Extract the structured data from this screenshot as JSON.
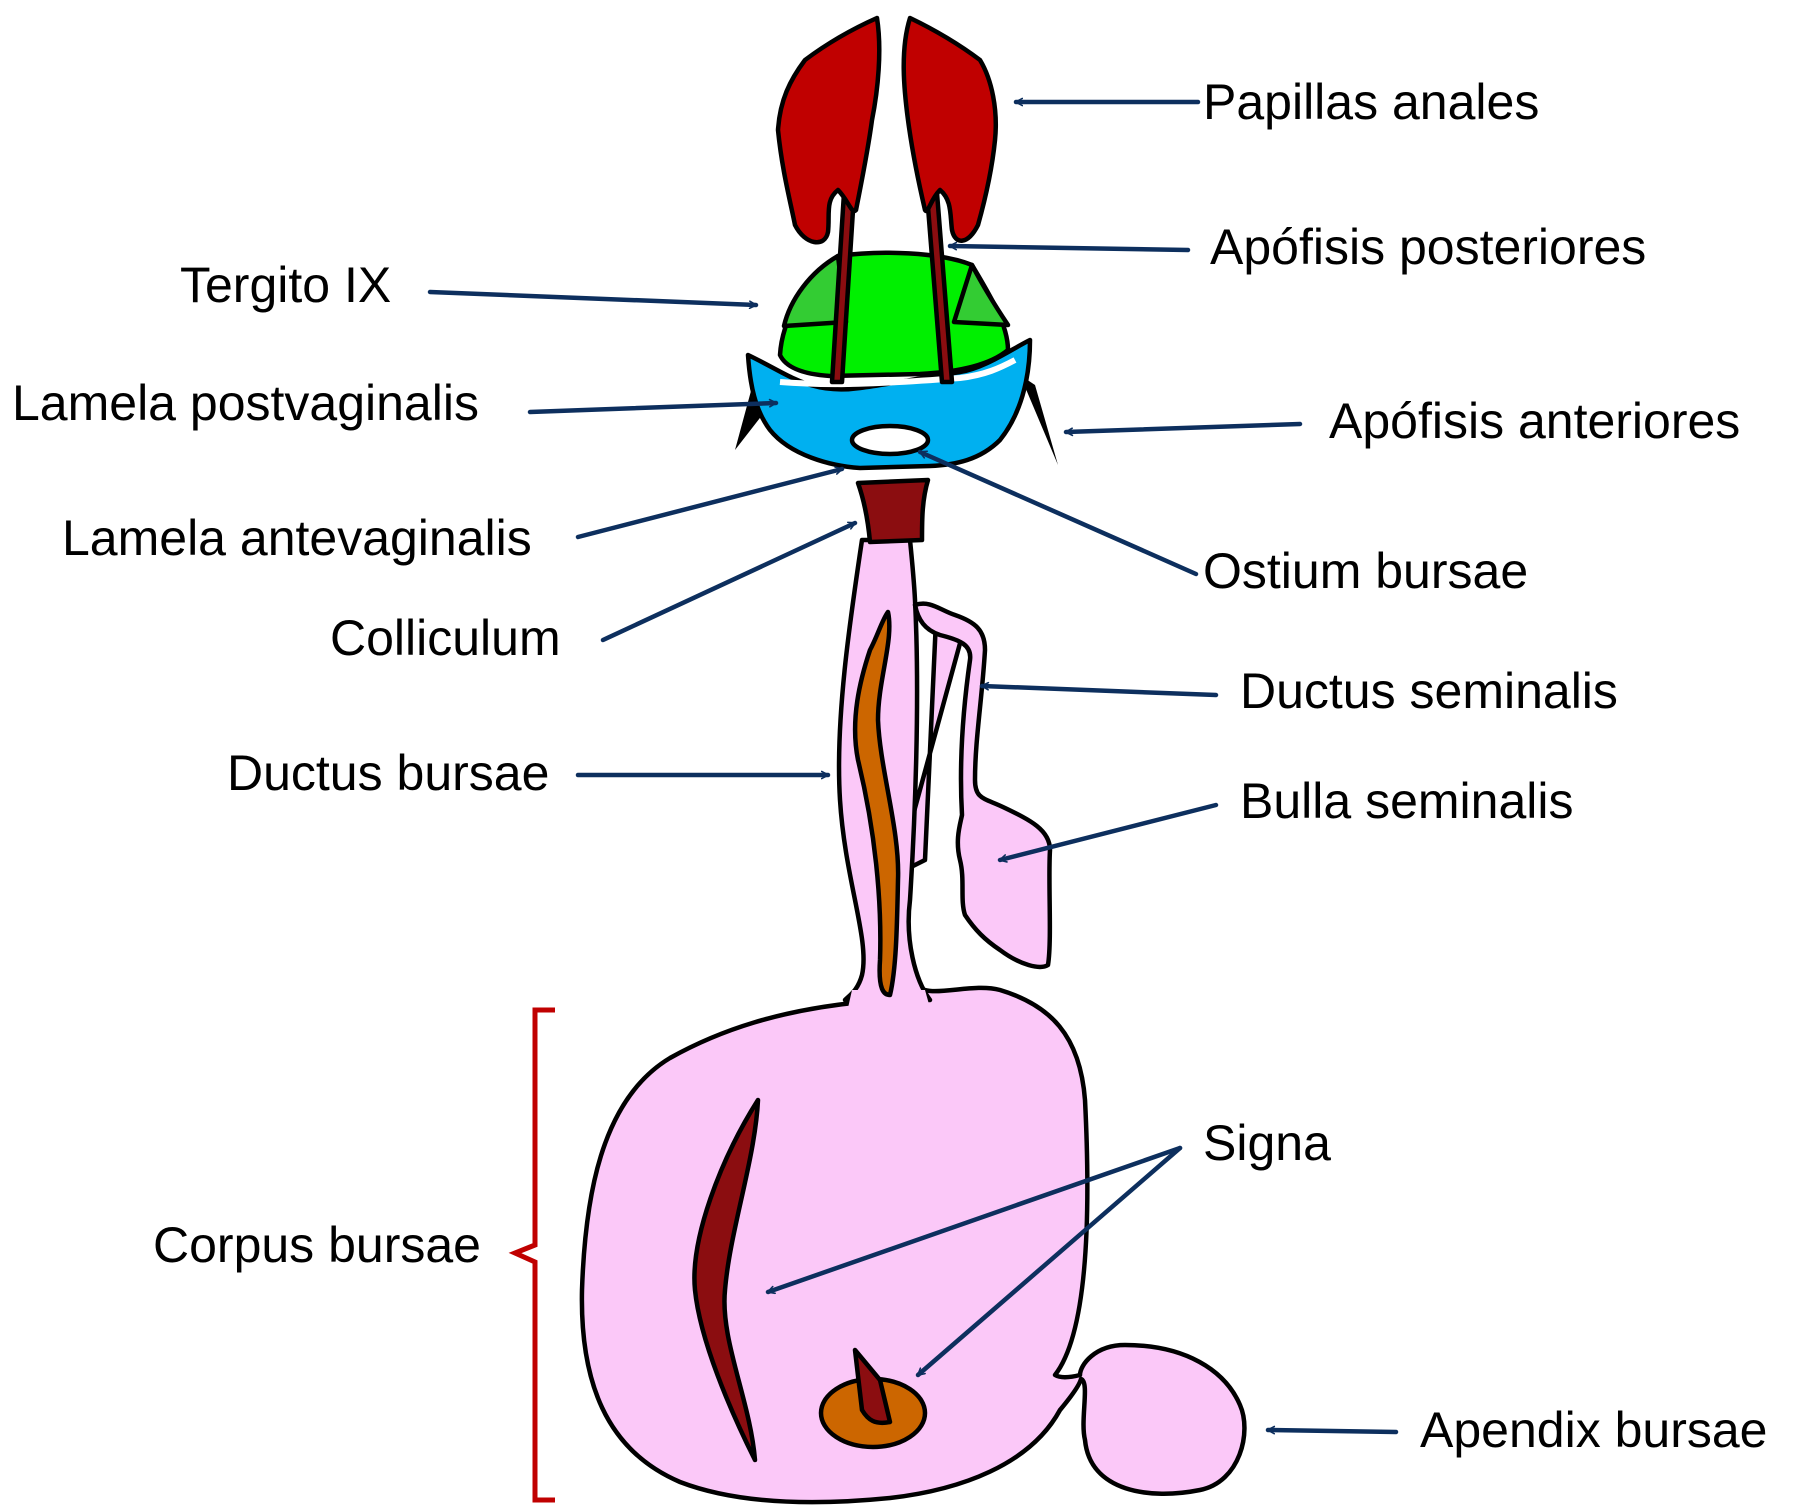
{
  "colors": {
    "pink": "#fbc8f8",
    "dark_red": "#c00000",
    "maroon": "#8b0d10",
    "green": "#00f000",
    "mid_green": "#33cc33",
    "blue": "#00b0f0",
    "orange": "#cc6600",
    "arrow": "#0d2f5e",
    "bracket": "#c00000"
  },
  "labels": {
    "papillas_anales": "Papillas anales",
    "apofisis_posteriores": "Apófisis posteriores",
    "tergito_ix": "Tergito IX",
    "lamela_postvaginalis": "Lamela postvaginalis",
    "apofisis_anteriores": "Apófisis anteriores",
    "lamela_antevaginalis": "Lamela antevaginalis",
    "ostium_bursae": "Ostium bursae",
    "colliculum": "Colliculum",
    "ductus_seminalis": "Ductus seminalis",
    "ductus_bursae": "Ductus bursae",
    "bulla_seminalis": "Bulla seminalis",
    "signa": "Signa",
    "corpus_bursae": "Corpus bursae",
    "apendix_bursae": "Apendix bursae"
  }
}
